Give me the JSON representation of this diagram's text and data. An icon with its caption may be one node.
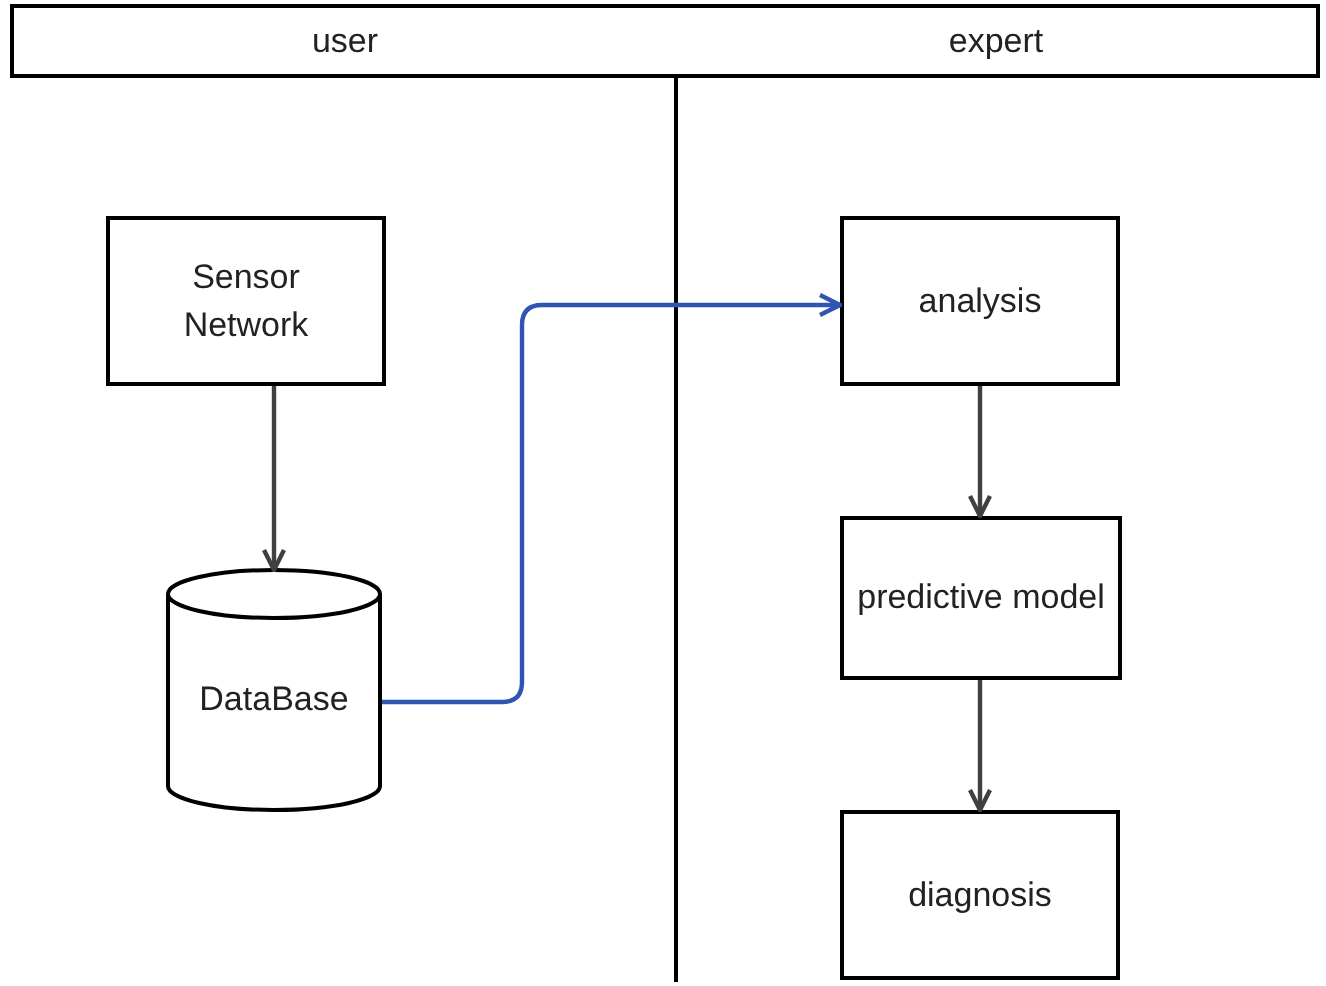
{
  "diagram": {
    "nodes": [
      {
        "text": [
          "user"
        ]
      },
      {
        "text": [
          "expert"
        ]
      },
      {
        "text": [
          "Sensor Network"
        ]
      },
      {
        "text": [
          "DataBase"
        ]
      },
      {
        "text": [
          "analysis"
        ]
      },
      {
        "text": [
          "predictive model"
        ]
      },
      {
        "text": [
          "diagnosis"
        ]
      }
    ],
    "edges": [
      {
        "from": 2,
        "to": 3,
        "arrow": "to"
      },
      {
        "from": 3,
        "to": 4,
        "arrow": "to",
        "color": "#2f55b3"
      },
      {
        "from": 4,
        "to": 5,
        "arrow": "to"
      },
      {
        "from": 5,
        "to": 6,
        "arrow": "to"
      }
    ]
  }
}
